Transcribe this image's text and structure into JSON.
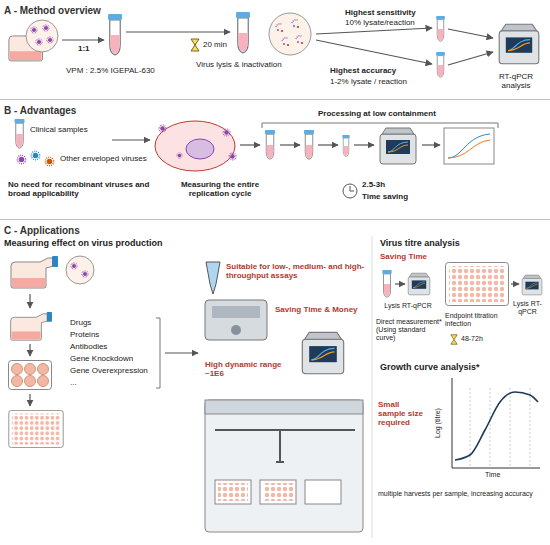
{
  "diagram": {
    "nodes": [
      {
        "text": [
          "A - Method overview"
        ]
      },
      {
        "text": [
          "B - Advantages"
        ]
      },
      {
        "text": [
          "C - Applications"
        ]
      }
    ],
    "labels": [
      "1:1",
      "VPM : 2.5% IGEPAL-630",
      "20 min",
      "Virus lysis & inactivation",
      "Highest sensitivity",
      "10% lysate/reaction",
      "Highest accuracy",
      "1-2% lysate / reaction",
      "RT-qPCR analysis",
      "Clinical samples",
      "Other enveloped viruses",
      "No need for recombinant viruses and broad applicability",
      "Measuring the entire replication cycle",
      "Processing at low containment",
      "2.5-3h",
      "Time saving",
      "Measuring effect on virus production",
      "Drugs",
      "Proteins",
      "Antibodies",
      "Gene Knockdown",
      "Gene Overexpression",
      "...",
      "Suitable for low-, medium- and high-throughput assays",
      "Saving Time & Money",
      "High dynamic range ~1E6",
      "Virus titre analysis",
      "Saving Time",
      "Lysis RT-qPCR",
      "48-72h",
      "Lysis RT-qPCR",
      "Direct measurement* (Using standard curve)",
      "Endpoint titration infection",
      "Growth curve analysis*",
      "Small sample size required",
      "Log (titre)",
      "Time",
      "multiple harvests per sample, increasing accuracy"
    ]
  }
}
